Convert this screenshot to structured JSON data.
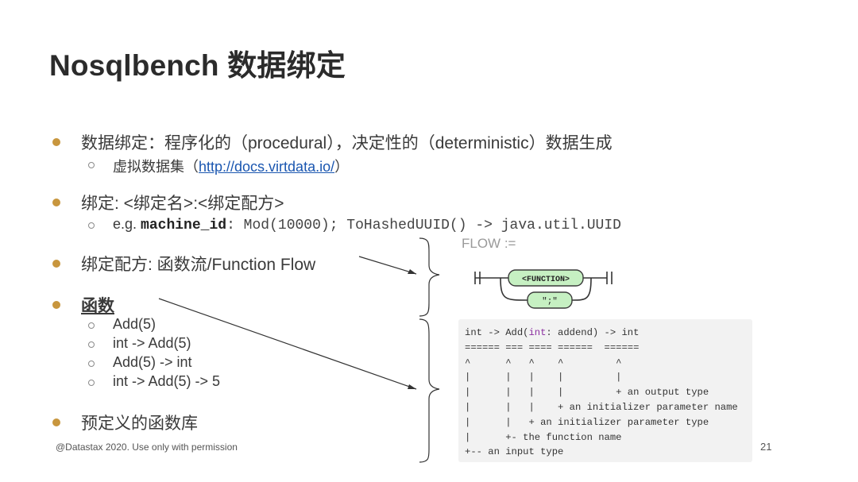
{
  "slide": {
    "title": "Nosqlbench 数据绑定",
    "bullets": [
      {
        "text": "数据绑定：程序化的（procedural），决定性的（deterministic）数据生成",
        "sub": {
          "prefix": "虚拟数据集（",
          "link": "http://docs.virtdata.io/",
          "suffix": "）"
        }
      },
      {
        "text": "绑定: <绑定名>:<绑定配方>",
        "sub": {
          "prefix": "e.g.",
          "code_name": "machine_id",
          "code_rest": ": Mod(10000); ToHashedUUID() -> java.util.UUID"
        }
      },
      {
        "text": "绑定配方: 函数流/Function Flow"
      },
      {
        "text": "函数",
        "items": [
          "Add(5)",
          "int -> Add(5)",
          "Add(5) -> int",
          "int -> Add(5) -> 5"
        ]
      },
      {
        "text": "预定义的函数库"
      }
    ],
    "footer": "@Datastax 2020. Use only with permission",
    "page_number": "21"
  },
  "diagram": {
    "flow_label": "FLOW :=",
    "function_node": "<FUNCTION>",
    "separator_node": "\";\"",
    "node_fill": "#c6f0c2",
    "node_stroke": "#3b3b3b"
  },
  "signature": {
    "lines": [
      {
        "a": "int -> Add(",
        "kw": "int",
        "b": ": addend) -> int"
      },
      {
        "text": "====== === ==== ======  ======"
      },
      {
        "text": "^      ^   ^    ^         ^"
      },
      {
        "text": "|      |   |    |         |"
      },
      {
        "text": "|      |   |    |         + an output type"
      },
      {
        "text": "|      |   |    + an initializer parameter name"
      },
      {
        "text": "|      |   + an initializer parameter type"
      },
      {
        "text": "|      +- the function name"
      },
      {
        "text": "+-- an input type"
      }
    ]
  }
}
